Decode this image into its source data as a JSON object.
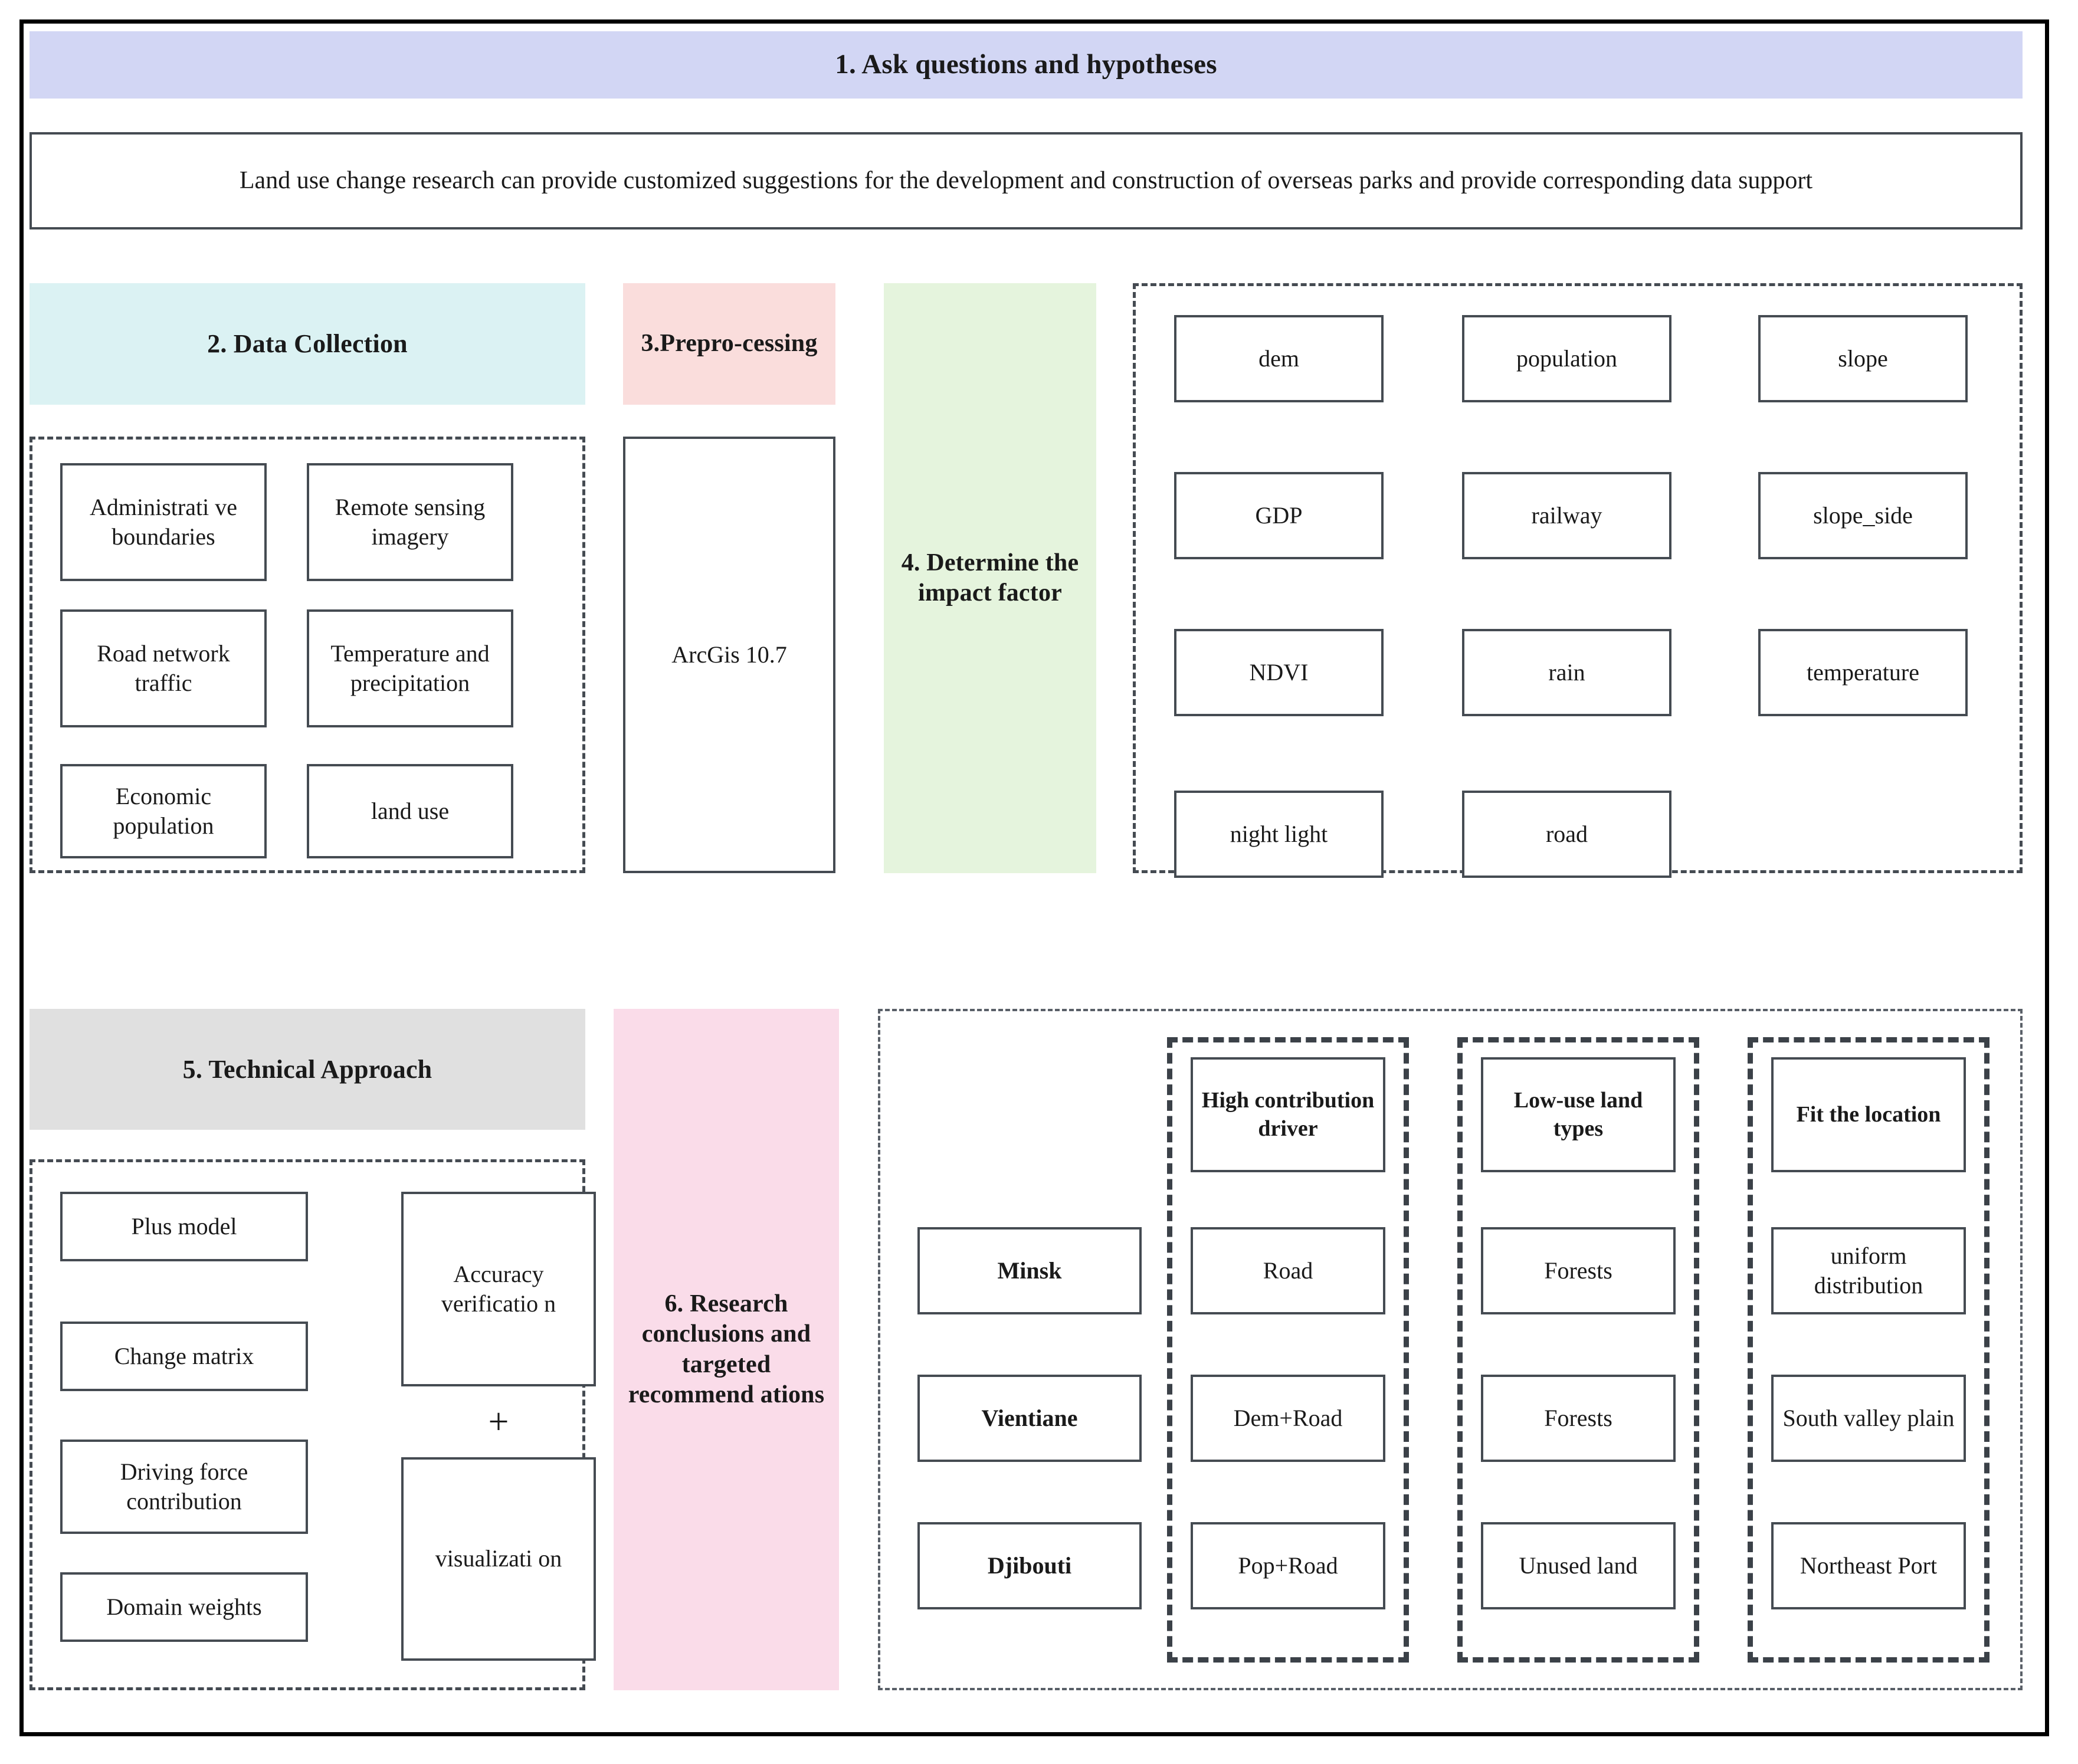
{
  "step1": {
    "banner": "1. Ask questions and hypotheses",
    "banner_color": "#d2d6f4",
    "statement": "Land use change research can provide customized suggestions for the development and construction of overseas parks and provide corresponding data support"
  },
  "step2": {
    "banner": "2. Data Collection",
    "banner_color": "#dbf2f3",
    "items": [
      "Administrati ve boundaries",
      "Remote sensing imagery",
      "Road network traffic",
      "Temperature and precipitation",
      "Economic population",
      "land use"
    ]
  },
  "step3": {
    "banner": "3.Prepro-cessing",
    "banner_color": "#fadddc",
    "tool": "ArcGis 10.7"
  },
  "step4": {
    "banner": "4. Determine the impact factor",
    "banner_color": "#e5f4dd",
    "factors": [
      "dem",
      "population",
      "slope",
      "GDP",
      "railway",
      "slope_side",
      "NDVI",
      "rain",
      "temperature",
      "night light",
      "road"
    ]
  },
  "step5": {
    "banner": "5. Technical Approach",
    "banner_color": "#e0e0e0",
    "left_items": [
      "Plus model",
      "Change matrix",
      "Driving force contribution",
      "Domain weights"
    ],
    "right_items": [
      "Accuracy verificatio n",
      "visualizati on"
    ],
    "operator": "+"
  },
  "step6": {
    "banner": "6. Research conclusions and targeted recommend ations",
    "banner_color": "#fadce9"
  },
  "results": {
    "headers": [
      "",
      "High contribution driver",
      "Low-use land types",
      "Fit the location"
    ],
    "rows": [
      {
        "city": "Minsk",
        "driver": "Road",
        "land_type": "Forests",
        "location": "uniform distribution"
      },
      {
        "city": "Vientiane",
        "driver": "Dem+Road",
        "land_type": "Forests",
        "location": "South valley plain"
      },
      {
        "city": "Djibouti",
        "driver": "Pop+Road",
        "land_type": "Unused land",
        "location": "Northeast Port"
      }
    ]
  }
}
